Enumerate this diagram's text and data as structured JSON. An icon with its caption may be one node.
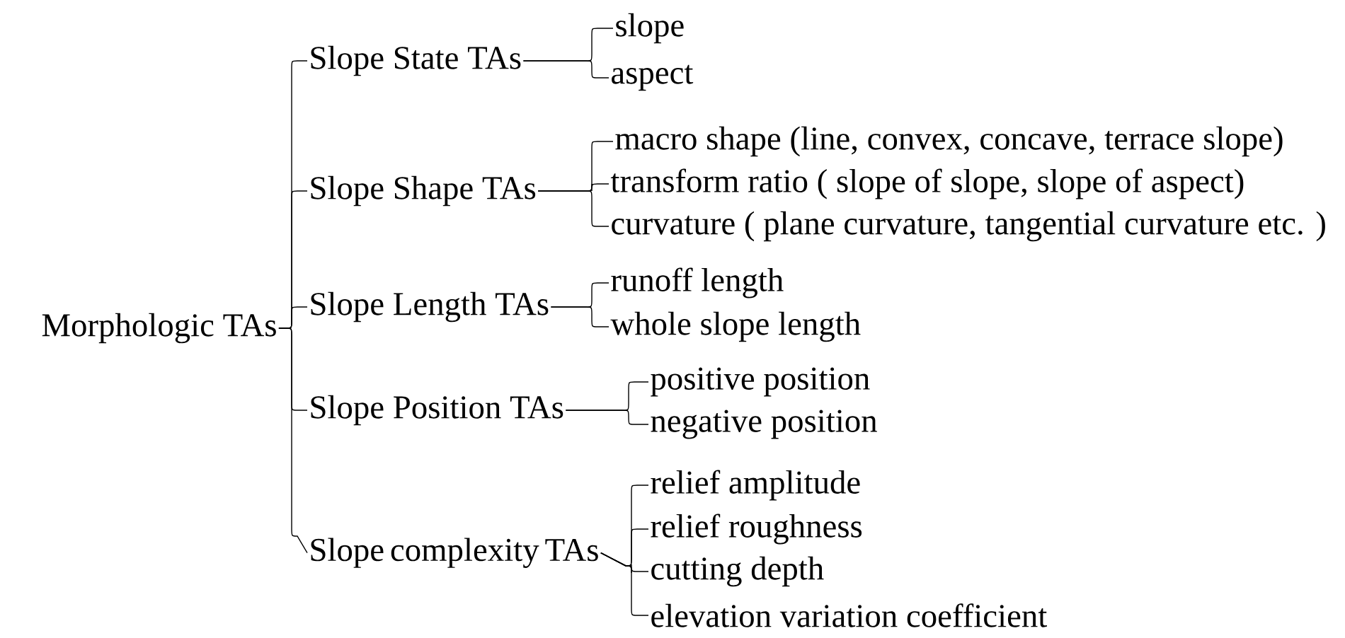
{
  "diagram": {
    "nodes": [
      {
        "text": [
          "Morphologic TAs"
        ]
      },
      {
        "text": [
          "Slope State TAs"
        ]
      },
      {
        "text": [
          "slope"
        ]
      },
      {
        "text": [
          "aspect"
        ]
      },
      {
        "text": [
          "Slope Shape TAs"
        ]
      },
      {
        "text": [
          "macro shape (line, convex, concave, terrace slope)"
        ]
      },
      {
        "text": [
          "transform ratio ( slope of slope, slope of aspect)"
        ]
      },
      {
        "text": [
          "curvature ( plane curvature, tangential curvature etc. )"
        ]
      },
      {
        "text": [
          "Slope Length TAs"
        ]
      },
      {
        "text": [
          "runoff length"
        ]
      },
      {
        "text": [
          "whole slope length"
        ]
      },
      {
        "text": [
          "Slope Position TAs"
        ]
      },
      {
        "text": [
          "positive position"
        ]
      },
      {
        "text": [
          "negative position"
        ]
      },
      {
        "text": [
          "Slope complexity TAs"
        ]
      },
      {
        "text": [
          "relief amplitude"
        ]
      },
      {
        "text": [
          "relief roughness"
        ]
      },
      {
        "text": [
          "cutting depth"
        ]
      },
      {
        "text": [
          "elevation variation coefficient"
        ]
      }
    ],
    "edges": [
      {
        "from": 0,
        "to": 1,
        "arrow": "none"
      },
      {
        "from": 0,
        "to": 4,
        "arrow": "none"
      },
      {
        "from": 0,
        "to": 8,
        "arrow": "none"
      },
      {
        "from": 0,
        "to": 11,
        "arrow": "none"
      },
      {
        "from": 0,
        "to": 14,
        "arrow": "none"
      },
      {
        "from": 1,
        "to": 2,
        "arrow": "none"
      },
      {
        "from": 1,
        "to": 3,
        "arrow": "none"
      },
      {
        "from": 4,
        "to": 5,
        "arrow": "none"
      },
      {
        "from": 4,
        "to": 6,
        "arrow": "none"
      },
      {
        "from": 4,
        "to": 7,
        "arrow": "none"
      },
      {
        "from": 8,
        "to": 9,
        "arrow": "none"
      },
      {
        "from": 8,
        "to": 10,
        "arrow": "none"
      },
      {
        "from": 11,
        "to": 12,
        "arrow": "none"
      },
      {
        "from": 11,
        "to": 13,
        "arrow": "none"
      },
      {
        "from": 14,
        "to": 15,
        "arrow": "none"
      },
      {
        "from": 14,
        "to": 16,
        "arrow": "none"
      },
      {
        "from": 14,
        "to": 17,
        "arrow": "none"
      },
      {
        "from": 14,
        "to": 18,
        "arrow": "none"
      }
    ]
  }
}
